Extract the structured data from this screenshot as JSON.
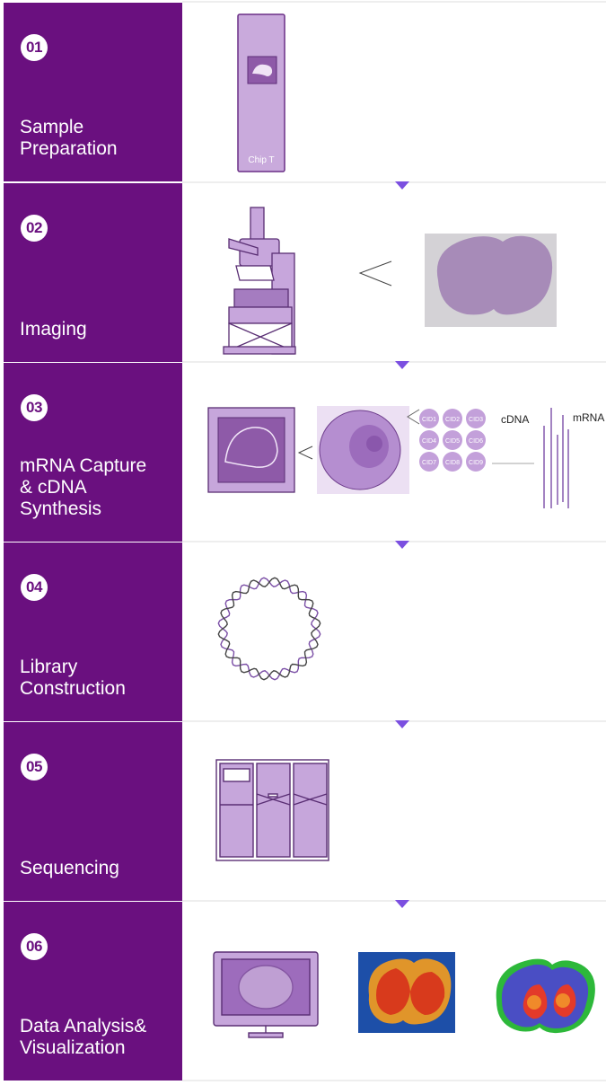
{
  "steps": [
    {
      "number": "01",
      "title": "Sample\nPreparation",
      "chip_label": "Chip T"
    },
    {
      "number": "02",
      "title": "Imaging"
    },
    {
      "number": "03",
      "title": "mRNA Capture\n& cDNA\nSynthesis",
      "cid_labels": [
        "CID1",
        "CID2",
        "CID3",
        "CID4",
        "CID5",
        "CID6",
        "CID7",
        "CID8",
        "CID9"
      ],
      "cdna_label": "cDNA",
      "mrna_label": "mRNA"
    },
    {
      "number": "04",
      "title": "Library\nConstruction"
    },
    {
      "number": "05",
      "title": "Sequencing"
    },
    {
      "number": "06",
      "title": "Data Analysis&\nVisualization"
    }
  ],
  "colors": {
    "brand": "#6a107f",
    "accent": "#7b4fe0",
    "illustration": "#c8a8dc"
  }
}
